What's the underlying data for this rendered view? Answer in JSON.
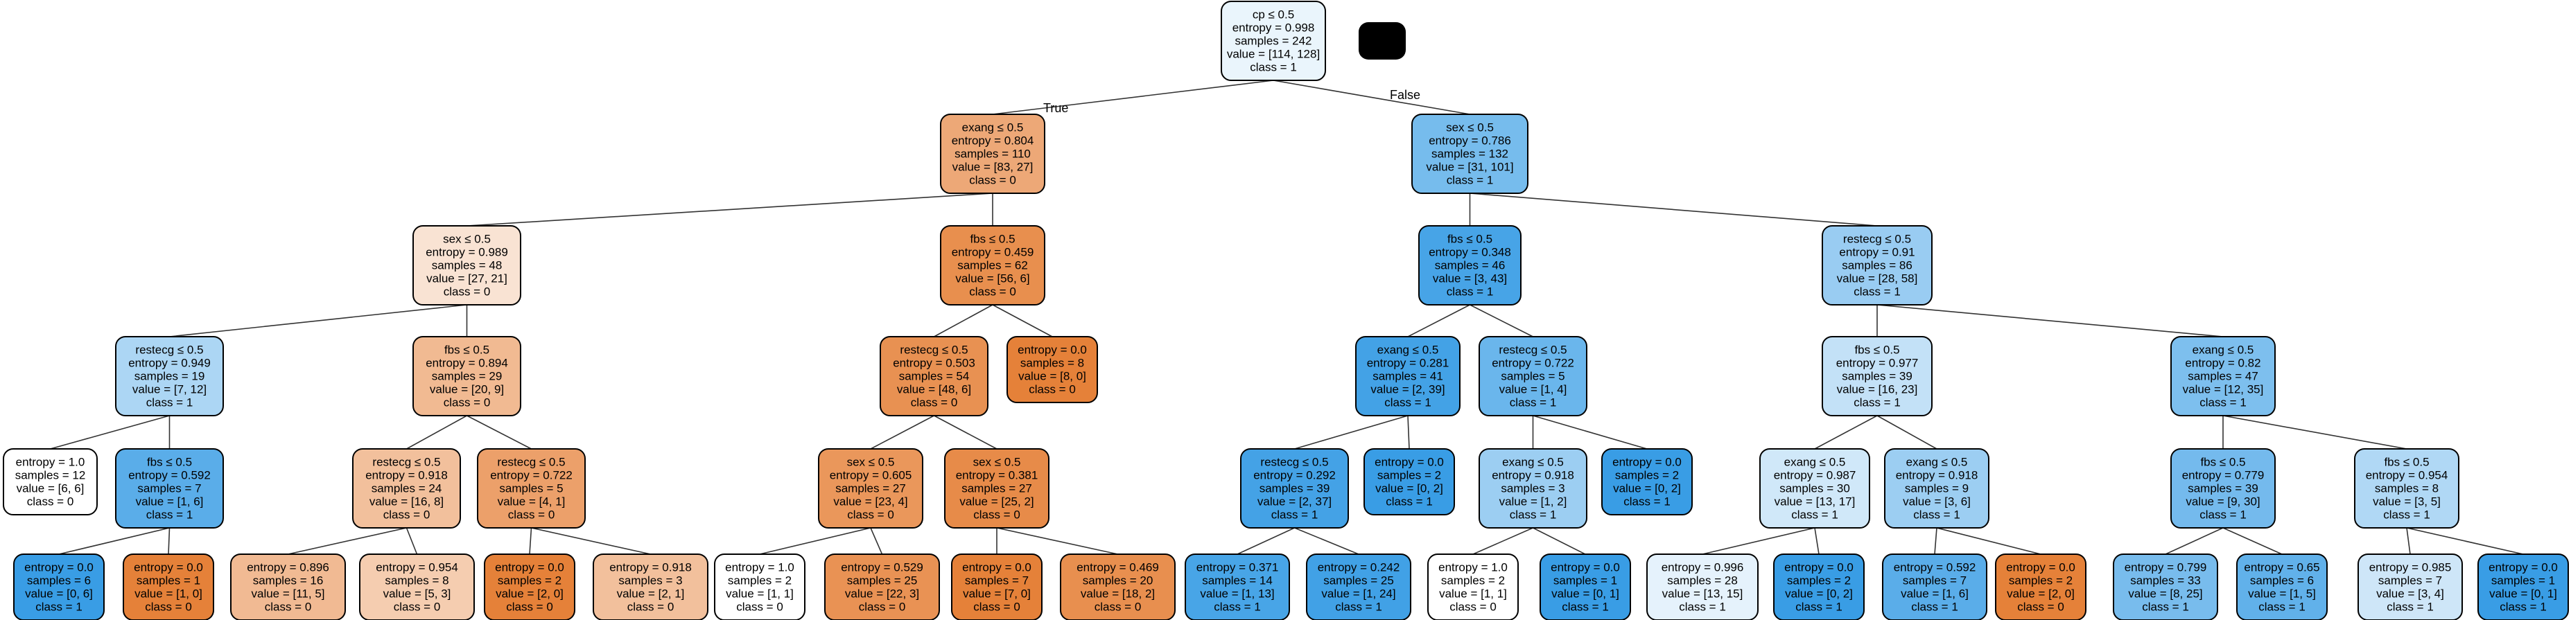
{
  "edge_labels": {
    "true_label": "True",
    "false_label": "False"
  },
  "nodes": [
    {
      "id": "root",
      "lines": [
        "cp ≤ 0.5",
        "entropy = 0.998",
        "samples = 242",
        "value = [114, 128]",
        "class = 1"
      ],
      "fill": "#eaf5fc",
      "children": [
        "n1",
        "n2"
      ]
    },
    {
      "id": "n1",
      "lines": [
        "exang ≤ 0.5",
        "entropy = 0.804",
        "samples = 110",
        "value = [83, 27]",
        "class = 0"
      ],
      "fill": "#eda877",
      "children": [
        "n3",
        "n4"
      ]
    },
    {
      "id": "n2",
      "lines": [
        "sex ≤ 0.5",
        "entropy = 0.786",
        "samples = 132",
        "value = [31, 101]",
        "class = 1"
      ],
      "fill": "#76bced",
      "children": [
        "n5",
        "n6"
      ]
    },
    {
      "id": "n3",
      "lines": [
        "sex ≤ 0.5",
        "entropy = 0.989",
        "samples = 48",
        "value = [27, 21]",
        "class = 0"
      ],
      "fill": "#f9e3d3",
      "children": [
        "n7",
        "n8"
      ]
    },
    {
      "id": "n4",
      "lines": [
        "fbs ≤ 0.5",
        "entropy = 0.459",
        "samples = 62",
        "value = [56, 6]",
        "class = 0"
      ],
      "fill": "#e88f4e",
      "children": [
        "n9",
        "n10"
      ]
    },
    {
      "id": "n5",
      "lines": [
        "fbs ≤ 0.5",
        "entropy = 0.348",
        "samples = 46",
        "value = [3, 43]",
        "class = 1"
      ],
      "fill": "#47a4e7",
      "children": [
        "n11",
        "n12"
      ]
    },
    {
      "id": "n6",
      "lines": [
        "restecg ≤ 0.5",
        "entropy = 0.91",
        "samples = 86",
        "value = [28, 58]",
        "class = 1"
      ],
      "fill": "#99ccf2",
      "children": [
        "n13",
        "n14"
      ]
    },
    {
      "id": "n7",
      "lines": [
        "restecg ≤ 0.5",
        "entropy = 0.949",
        "samples = 19",
        "value = [7, 12]",
        "class = 1"
      ],
      "fill": "#acd6f4",
      "children": [
        "n15",
        "n16"
      ]
    },
    {
      "id": "n8",
      "lines": [
        "fbs ≤ 0.5",
        "entropy = 0.894",
        "samples = 29",
        "value = [20, 9]",
        "class = 0"
      ],
      "fill": "#f1ba92",
      "children": [
        "n17",
        "n18"
      ]
    },
    {
      "id": "n9",
      "lines": [
        "restecg ≤ 0.5",
        "entropy = 0.503",
        "samples = 54",
        "value = [48, 6]",
        "class = 0"
      ],
      "fill": "#e89152",
      "children": [
        "n19",
        "n20"
      ]
    },
    {
      "id": "n10",
      "lines": [
        "entropy = 0.0",
        "samples = 8",
        "value = [8, 0]",
        "class = 0"
      ],
      "fill": "#e58139",
      "children": []
    },
    {
      "id": "n11",
      "lines": [
        "exang ≤ 0.5",
        "entropy = 0.281",
        "samples = 41",
        "value = [2, 39]",
        "class = 1"
      ],
      "fill": "#43a2e6",
      "children": [
        "n21",
        "n22"
      ]
    },
    {
      "id": "n12",
      "lines": [
        "restecg ≤ 0.5",
        "entropy = 0.722",
        "samples = 5",
        "value = [1, 4]",
        "class = 1"
      ],
      "fill": "#6ab6ec",
      "children": [
        "n23",
        "n24"
      ]
    },
    {
      "id": "n13",
      "lines": [
        "fbs ≤ 0.5",
        "entropy = 0.977",
        "samples = 39",
        "value = [16, 23]",
        "class = 1"
      ],
      "fill": "#c3e1f7",
      "children": [
        "n25",
        "n26"
      ]
    },
    {
      "id": "n14",
      "lines": [
        "exang ≤ 0.5",
        "entropy = 0.82",
        "samples = 47",
        "value = [12, 35]",
        "class = 1"
      ],
      "fill": "#7dbfee",
      "children": [
        "n27",
        "n28"
      ]
    },
    {
      "id": "n15",
      "lines": [
        "entropy = 1.0",
        "samples = 12",
        "value = [6, 6]",
        "class = 0"
      ],
      "fill": "#ffffff",
      "children": []
    },
    {
      "id": "n16",
      "lines": [
        "fbs ≤ 0.5",
        "entropy = 0.592",
        "samples = 7",
        "value = [1, 6]",
        "class = 1"
      ],
      "fill": "#5aade9",
      "children": [
        "n29",
        "n30"
      ]
    },
    {
      "id": "n17",
      "lines": [
        "restecg ≤ 0.5",
        "entropy = 0.918",
        "samples = 24",
        "value = [16, 8]",
        "class = 0"
      ],
      "fill": "#f2c09c",
      "children": [
        "n31",
        "n32"
      ]
    },
    {
      "id": "n18",
      "lines": [
        "restecg ≤ 0.5",
        "entropy = 0.722",
        "samples = 5",
        "value = [4, 1]",
        "class = 0"
      ],
      "fill": "#eca06a",
      "children": [
        "n33",
        "n34"
      ]
    },
    {
      "id": "n19",
      "lines": [
        "sex ≤ 0.5",
        "entropy = 0.605",
        "samples = 27",
        "value = [23, 4]",
        "class = 0"
      ],
      "fill": "#ea975b",
      "children": [
        "n35",
        "n36"
      ]
    },
    {
      "id": "n20",
      "lines": [
        "sex ≤ 0.5",
        "entropy = 0.381",
        "samples = 27",
        "value = [25, 2]",
        "class = 0"
      ],
      "fill": "#e78b49",
      "children": [
        "n37",
        "n38"
      ]
    },
    {
      "id": "n21",
      "lines": [
        "restecg ≤ 0.5",
        "entropy = 0.292",
        "samples = 39",
        "value = [2, 37]",
        "class = 1"
      ],
      "fill": "#44a2e6",
      "children": [
        "n39",
        "n40"
      ]
    },
    {
      "id": "n22",
      "lines": [
        "entropy = 0.0",
        "samples = 2",
        "value = [0, 2]",
        "class = 1"
      ],
      "fill": "#399de5",
      "children": []
    },
    {
      "id": "n23",
      "lines": [
        "exang ≤ 0.5",
        "entropy = 0.918",
        "samples = 3",
        "value = [1, 2]",
        "class = 1"
      ],
      "fill": "#9ccef2",
      "children": [
        "n41",
        "n42"
      ]
    },
    {
      "id": "n24",
      "lines": [
        "entropy = 0.0",
        "samples = 2",
        "value = [0, 2]",
        "class = 1"
      ],
      "fill": "#399de5",
      "children": []
    },
    {
      "id": "n25",
      "lines": [
        "exang ≤ 0.5",
        "entropy = 0.987",
        "samples = 30",
        "value = [13, 17]",
        "class = 1"
      ],
      "fill": "#d0e8f9",
      "children": [
        "n43",
        "n44"
      ]
    },
    {
      "id": "n26",
      "lines": [
        "exang ≤ 0.5",
        "entropy = 0.918",
        "samples = 9",
        "value = [3, 6]",
        "class = 1"
      ],
      "fill": "#9ccef2",
      "children": [
        "n45",
        "n46"
      ]
    },
    {
      "id": "n27",
      "lines": [
        "fbs ≤ 0.5",
        "entropy = 0.779",
        "samples = 39",
        "value = [9, 30]",
        "class = 1"
      ],
      "fill": "#74baed",
      "children": [
        "n47",
        "n48"
      ]
    },
    {
      "id": "n28",
      "lines": [
        "fbs ≤ 0.5",
        "entropy = 0.954",
        "samples = 8",
        "value = [3, 5]",
        "class = 1"
      ],
      "fill": "#b0d8f5",
      "children": [
        "n49",
        "n50"
      ]
    },
    {
      "id": "n29",
      "lines": [
        "entropy = 0.0",
        "samples = 6",
        "value = [0, 6]",
        "class = 1"
      ],
      "fill": "#399de5",
      "children": []
    },
    {
      "id": "n30",
      "lines": [
        "entropy = 0.0",
        "samples = 1",
        "value = [1, 0]",
        "class = 0"
      ],
      "fill": "#e58139",
      "children": []
    },
    {
      "id": "n31",
      "lines": [
        "entropy = 0.896",
        "samples = 16",
        "value = [11, 5]",
        "class = 0"
      ],
      "fill": "#f1ba93",
      "children": []
    },
    {
      "id": "n32",
      "lines": [
        "entropy = 0.954",
        "samples = 8",
        "value = [5, 3]",
        "class = 0"
      ],
      "fill": "#f5cdb0",
      "children": []
    },
    {
      "id": "n33",
      "lines": [
        "entropy = 0.0",
        "samples = 2",
        "value = [2, 0]",
        "class = 0"
      ],
      "fill": "#e58139",
      "children": []
    },
    {
      "id": "n34",
      "lines": [
        "entropy = 0.918",
        "samples = 3",
        "value = [2, 1]",
        "class = 0"
      ],
      "fill": "#f2c09c",
      "children": []
    },
    {
      "id": "n35",
      "lines": [
        "entropy = 1.0",
        "samples = 2",
        "value = [1, 1]",
        "class = 0"
      ],
      "fill": "#ffffff",
      "children": []
    },
    {
      "id": "n36",
      "lines": [
        "entropy = 0.529",
        "samples = 25",
        "value = [22, 3]",
        "class = 0"
      ],
      "fill": "#e99254",
      "children": []
    },
    {
      "id": "n37",
      "lines": [
        "entropy = 0.0",
        "samples = 7",
        "value = [7, 0]",
        "class = 0"
      ],
      "fill": "#e58139",
      "children": []
    },
    {
      "id": "n38",
      "lines": [
        "entropy = 0.469",
        "samples = 20",
        "value = [18, 2]",
        "class = 0"
      ],
      "fill": "#e88f4f",
      "children": []
    },
    {
      "id": "n39",
      "lines": [
        "entropy = 0.371",
        "samples = 14",
        "value = [1, 13]",
        "class = 1"
      ],
      "fill": "#48a5e7",
      "children": []
    },
    {
      "id": "n40",
      "lines": [
        "entropy = 0.242",
        "samples = 25",
        "value = [1, 24]",
        "class = 1"
      ],
      "fill": "#41a1e6",
      "children": []
    },
    {
      "id": "n41",
      "lines": [
        "entropy = 1.0",
        "samples = 2",
        "value = [1, 1]",
        "class = 0"
      ],
      "fill": "#ffffff",
      "children": []
    },
    {
      "id": "n42",
      "lines": [
        "entropy = 0.0",
        "samples = 1",
        "value = [0, 1]",
        "class = 1"
      ],
      "fill": "#399de5",
      "children": []
    },
    {
      "id": "n43",
      "lines": [
        "entropy = 0.996",
        "samples = 28",
        "value = [13, 15]",
        "class = 1"
      ],
      "fill": "#e5f2fc",
      "children": []
    },
    {
      "id": "n44",
      "lines": [
        "entropy = 0.0",
        "samples = 2",
        "value = [0, 2]",
        "class = 1"
      ],
      "fill": "#399de5",
      "children": []
    },
    {
      "id": "n45",
      "lines": [
        "entropy = 0.592",
        "samples = 7",
        "value = [1, 6]",
        "class = 1"
      ],
      "fill": "#5aade9",
      "children": []
    },
    {
      "id": "n46",
      "lines": [
        "entropy = 0.0",
        "samples = 2",
        "value = [2, 0]",
        "class = 0"
      ],
      "fill": "#e58139",
      "children": []
    },
    {
      "id": "n47",
      "lines": [
        "entropy = 0.799",
        "samples = 33",
        "value = [8, 25]",
        "class = 1"
      ],
      "fill": "#78bced",
      "children": []
    },
    {
      "id": "n48",
      "lines": [
        "entropy = 0.65",
        "samples = 6",
        "value = [1, 5]",
        "class = 1"
      ],
      "fill": "#61b1ea",
      "children": []
    },
    {
      "id": "n49",
      "lines": [
        "entropy = 0.985",
        "samples = 7",
        "value = [3, 4]",
        "class = 1"
      ],
      "fill": "#cee6f8",
      "children": []
    },
    {
      "id": "n50",
      "lines": [
        "entropy = 0.0",
        "samples = 1",
        "value = [0, 1]",
        "class = 1"
      ],
      "fill": "#399de5",
      "children": []
    }
  ]
}
